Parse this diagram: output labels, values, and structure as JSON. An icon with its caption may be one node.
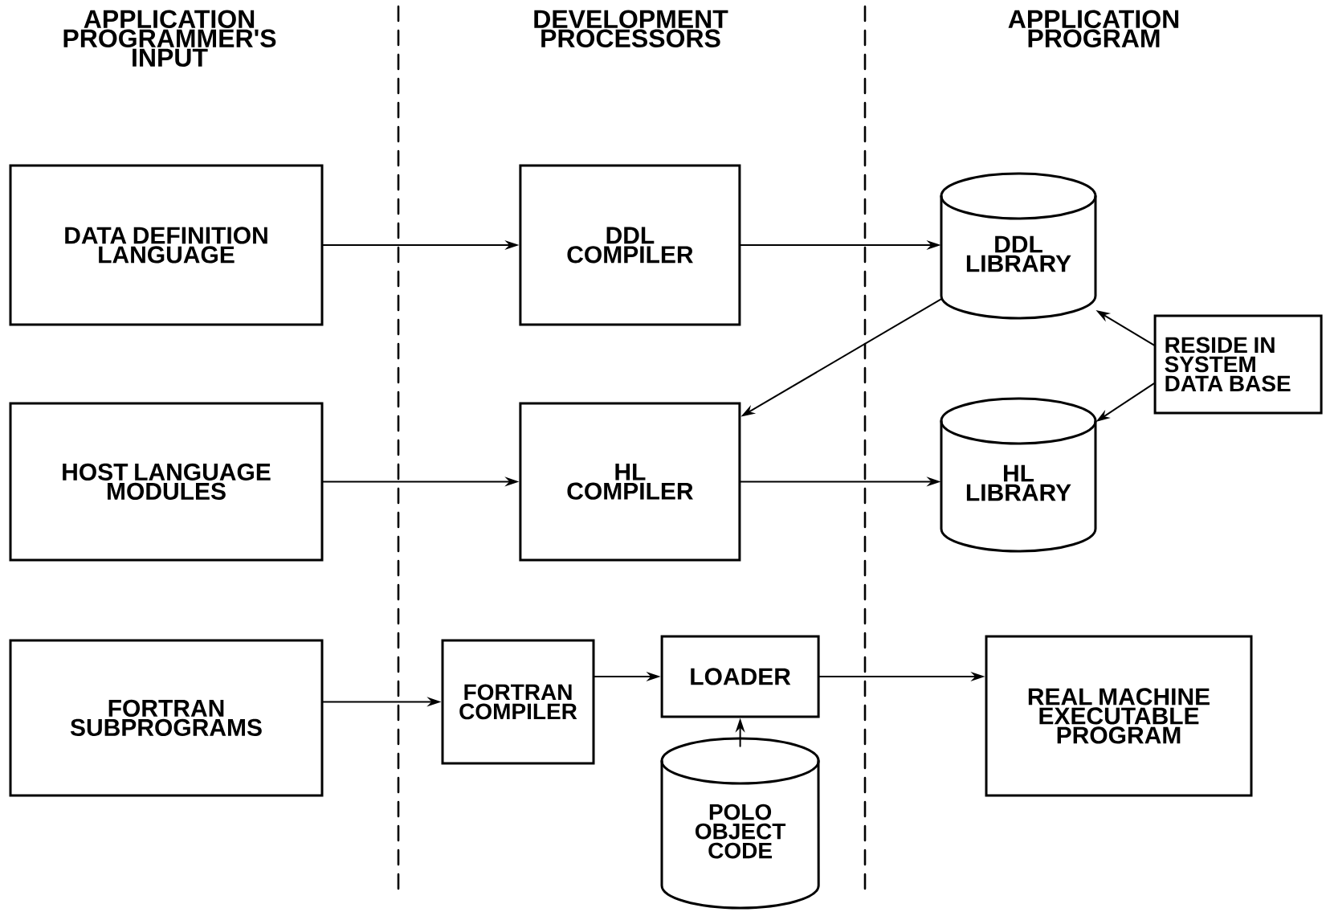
{
  "diagram": {
    "nodes": [
      {
        "text": [
          "DATA DEFINITION LANGUAGE"
        ]
      },
      {
        "text": [
          "DDL COMPILER"
        ]
      },
      {
        "text": [
          "DDL LIBRARY"
        ]
      },
      {
        "text": [
          "RESIDE IN SYSTEM DATA BASE"
        ]
      },
      {
        "text": [
          "HOST LANGUAGE MODULES"
        ]
      },
      {
        "text": [
          "HL COMPILER"
        ]
      },
      {
        "text": [
          "HL LIBRARY"
        ]
      },
      {
        "text": [
          "FORTRAN SUBPROGRAMS"
        ]
      },
      {
        "text": [
          "FORTRAN COMPILER"
        ]
      },
      {
        "text": [
          "LOADER"
        ]
      },
      {
        "text": [
          "POLO OBJECT CODE"
        ]
      },
      {
        "text": [
          "REAL MACHINE EXECUTABLE PROGRAM"
        ]
      }
    ],
    "edges": [
      {
        "from": 0,
        "to": 1,
        "arrow": "to"
      },
      {
        "from": 1,
        "to": 2,
        "arrow": "to"
      },
      {
        "from": 2,
        "to": 5,
        "arrow": "to"
      },
      {
        "from": 3,
        "to": 2,
        "arrow": "to"
      },
      {
        "from": 3,
        "to": 6,
        "arrow": "to"
      },
      {
        "from": 4,
        "to": 5,
        "arrow": "to"
      },
      {
        "from": 5,
        "to": 6,
        "arrow": "to"
      },
      {
        "from": 7,
        "to": 8,
        "arrow": "to"
      },
      {
        "from": 8,
        "to": 9,
        "arrow": "to"
      },
      {
        "from": 10,
        "to": 9,
        "arrow": "to"
      },
      {
        "from": 9,
        "to": 11,
        "arrow": "to"
      }
    ],
    "labels": [
      "APPLICATION PROGRAMMER'S INPUT",
      "DEVELOPMENT PROCESSORS",
      "APPLICATION PROGRAM"
    ]
  }
}
